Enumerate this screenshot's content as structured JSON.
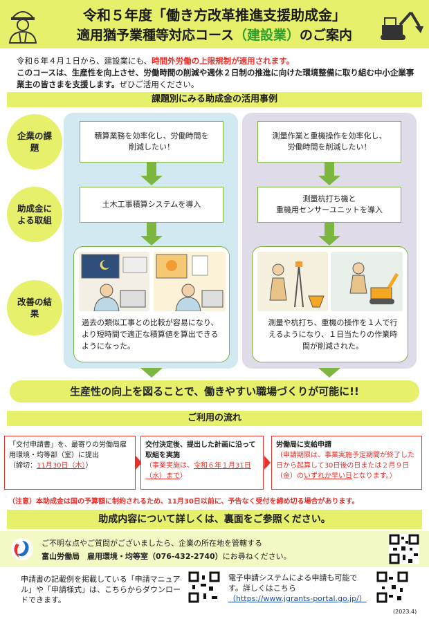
{
  "header": {
    "title_line1": "令和５年度「働き方改革推進支援助成金」",
    "title_line2_a": "適用猶予業種等対応コース",
    "title_line2_b": "（建設業）",
    "title_line2_c": "のご案内"
  },
  "intro": {
    "line1_a": "令和６年４月１日から、建設業にも、",
    "line1_b": "時間外労働の上限規制が適用されます。",
    "line2": "このコースは、生産性を向上させ、労働時間の削減や週休２日制の推進に向けた環境整備に取り組む中小企業事業主の皆さまを支援します。",
    "line3": "ぜひご活用ください。"
  },
  "section1_title": "課題別にみる助成金の活用事例",
  "labels": {
    "issue": "企業の課題",
    "effort": "助成金による取組",
    "result": "改善の結果"
  },
  "left_case": {
    "issue": "積算業務を効率化し、労働時間を削減したい！",
    "effort": "土木工事積算システムを導入",
    "result": "過去の類似工事との比較が容易になり、より短時間で適正な積算値を算出できるようになった。"
  },
  "right_case": {
    "issue": "測量作業と重機操作を効率化し、労働時間を削減したい！",
    "effort_1": "測量杭打ち機と",
    "effort_2": "重機用センサーユニットを導入",
    "result": "測量や杭打ち、重機の操作を１人で行えるようになり、１日当たりの作業時間が削減された。"
  },
  "summary": "生産性の向上を図ることで、働きやすい職場づくりが可能に!!",
  "section2_title": "ご利用の流れ",
  "flow": {
    "step1_a": "「交付申請書」を、最寄りの労働局雇用環境・均等部（室）に提出",
    "step1_b": "（締切：",
    "step1_c": "11月30日（木）",
    "step1_d": "）",
    "step2_a": "交付決定後、提出した計画に沿って取組を実施",
    "step2_b": "（事業実施は、",
    "step2_c": "令和６年１月31日（水）まで",
    "step2_d": "）",
    "step3_a": "労働局に支給申請",
    "step3_b": "（申請期限は、事業実施予定期間が終了した日から起算して30日後の日または２月９日（金）の",
    "step3_c": "いずれか早い日",
    "step3_d": "となります。）"
  },
  "notice": "（注意）本助成金は国の予算額に制約されるため、11月30日以前に、予告なく受付を締め切る場合があります。",
  "section3_title": "助成内容について詳しくは、裏面をご参照ください。",
  "contact": {
    "line1": "ご不明な点やご質問がございましたら、企業の所在地を管轄する",
    "line2_a": "富山労働局　雇用環境・均等室（076-432-2740）",
    "line2_b": "にお尋ねください。"
  },
  "bottom": {
    "left": "申請書の記載例を掲載している「申請マニュアル」や「申請様式」は、こちらからダウンロードできます。",
    "right_a": "電子申請システムによる申請も可能です。詳しくはこちら",
    "right_link": "（https://www.jgrants-portal.go.jp/）",
    "date": "(2023.4)"
  },
  "colors": {
    "accent_yellow": "#e6f06a",
    "accent_green": "#7cb640",
    "alert_red": "#e8302a",
    "left_panel": "#d3e9f2",
    "right_panel": "#dfdbe9"
  },
  "icons": [
    "worker-icon",
    "excavator-icon",
    "ministry-logo-icon",
    "qr-code-icon"
  ]
}
